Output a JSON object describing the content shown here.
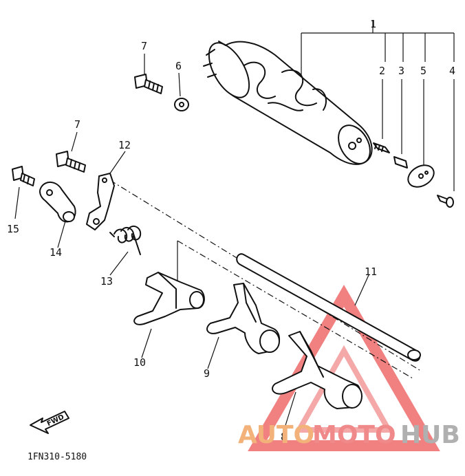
{
  "diagram": {
    "callouts": [
      {
        "id": "c1",
        "text": "1"
      },
      {
        "id": "c2",
        "text": "2"
      },
      {
        "id": "c3",
        "text": "3"
      },
      {
        "id": "c4",
        "text": "4"
      },
      {
        "id": "c5",
        "text": "5"
      },
      {
        "id": "c6",
        "text": "6"
      },
      {
        "id": "c7a",
        "text": "7"
      },
      {
        "id": "c7b",
        "text": "7"
      },
      {
        "id": "c8",
        "text": "8"
      },
      {
        "id": "c9",
        "text": "9"
      },
      {
        "id": "c10",
        "text": "10"
      },
      {
        "id": "c11",
        "text": "11"
      },
      {
        "id": "c12",
        "text": "12"
      },
      {
        "id": "c13",
        "text": "13"
      },
      {
        "id": "c14",
        "text": "14"
      },
      {
        "id": "c15",
        "text": "15"
      }
    ],
    "fwd_label": "FWD",
    "diagram_code": "1FN310-5180"
  },
  "watermark": {
    "part_a": "AUTO",
    "part_b": "MOTO",
    "part_c": "HUB",
    "color_a": "#f2b27a",
    "color_b": "#f08a8a",
    "color_c": "#b0b0b0",
    "triangle_color": "#ef6b6b"
  }
}
